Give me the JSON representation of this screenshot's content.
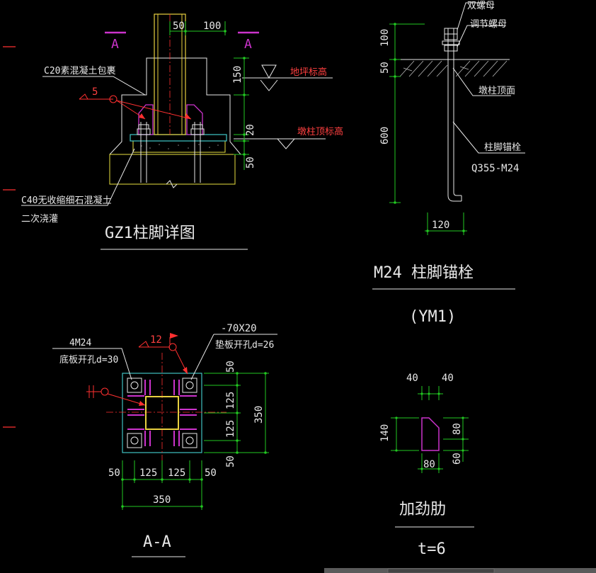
{
  "colors": {
    "background": "#000000",
    "line": "#e8e8e8",
    "dim": "#22c822",
    "accent": "#ff3030",
    "magenta": "#cc33cc",
    "yellow": "#e8d040",
    "cyan": "#40c0c0"
  },
  "detail_gz1": {
    "title": "GZ1柱脚详图",
    "section_mark": "A",
    "dim_col_50": "50",
    "dim_col_100": "100",
    "dim_v_150": "150",
    "dim_v_20": "20",
    "dim_v_50": "50",
    "label_c20": "C20素混凝土包裹",
    "label_ground": "地坪标高",
    "label_pier_top": "墩柱顶标高",
    "label_c40": "C40无收缩细石混凝土",
    "label_grout": "二次浇灌",
    "weld_size": "5"
  },
  "detail_anchor": {
    "title": "M24 柱脚锚栓",
    "subtitle": "(YM1)",
    "label_double_nut": "双螺母",
    "label_adjust_nut": "调节螺母",
    "label_pier_surface": "墩柱顶面",
    "label_anchor": "柱脚锚栓",
    "label_spec": "Q355-M24",
    "dim_100": "100",
    "dim_50": "50",
    "dim_600": "600",
    "dim_120": "120"
  },
  "section_aa": {
    "title": "A-A",
    "label_bolts": "4M24",
    "label_hole": "底板开孔d=30",
    "label_plate": "-70X20",
    "label_washer_hole": "垫板开孔d=26",
    "weld_size": "12",
    "dims_right": [
      "50",
      "125",
      "125",
      "50"
    ],
    "dim_total_right": "350",
    "dims_bottom": [
      "50",
      "125",
      "125",
      "50"
    ],
    "dim_total_bottom": "350"
  },
  "stiffener": {
    "title": "加劲肋",
    "thickness": "t=6",
    "dim_top_a": "40",
    "dim_top_b": "40",
    "dim_left": "140",
    "dim_right_a": "80",
    "dim_right_b": "60",
    "dim_bottom": "80"
  }
}
